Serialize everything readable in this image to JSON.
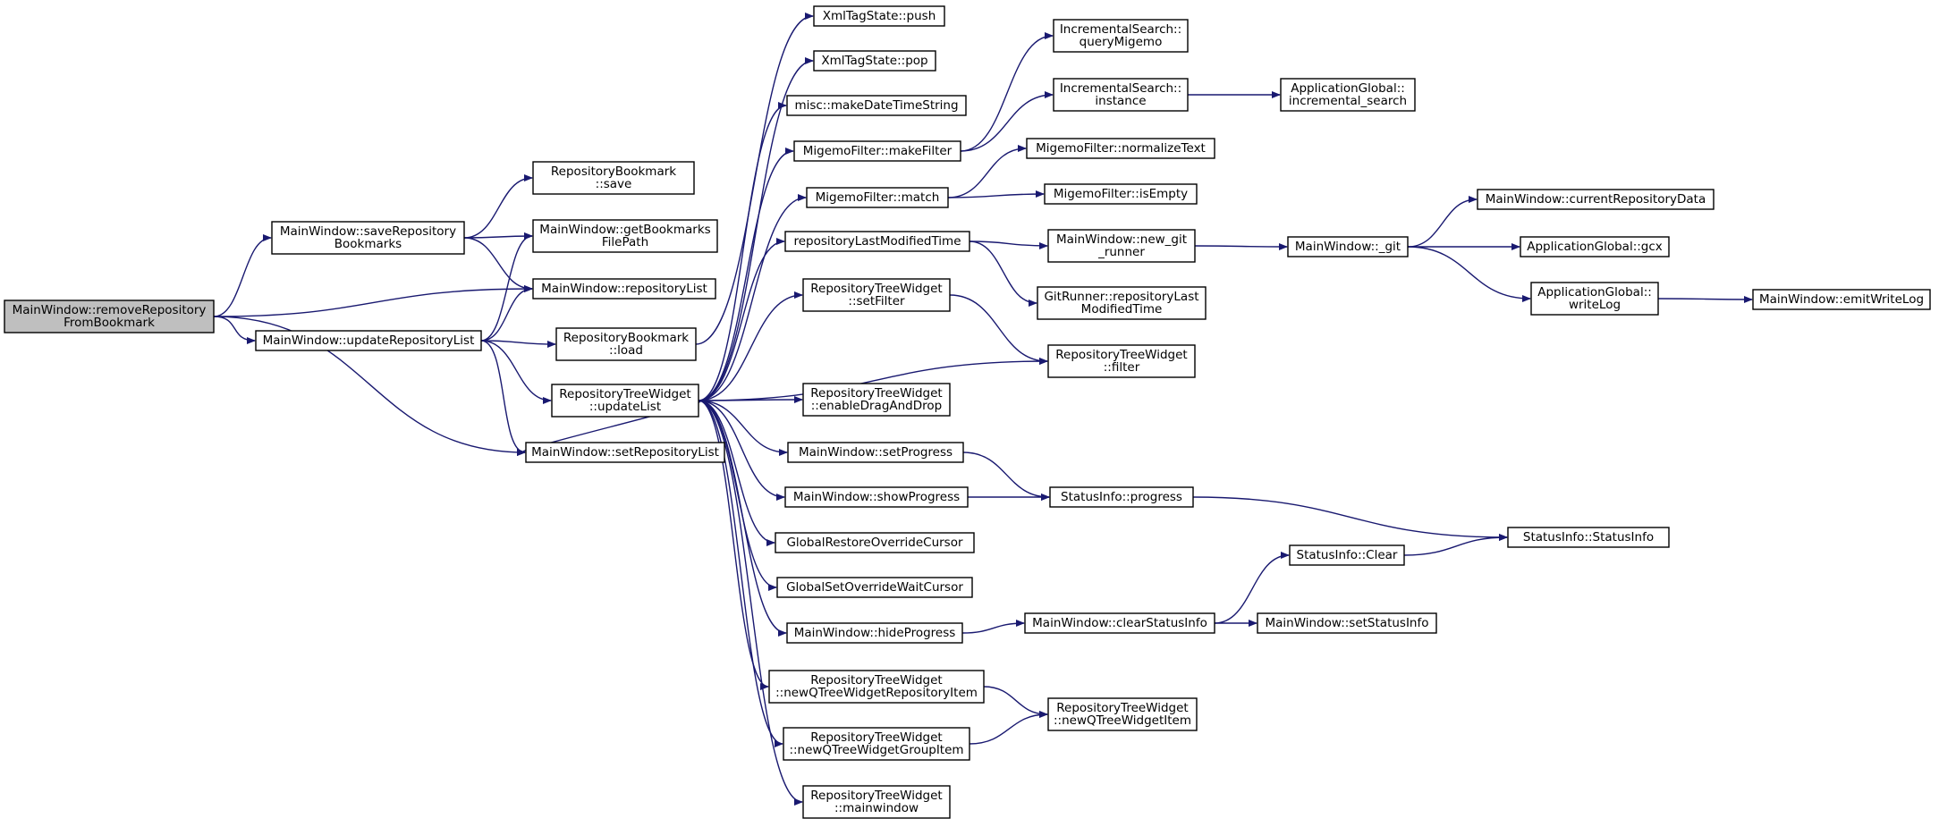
{
  "graph": {
    "edge_color": "#191970",
    "root_fill": "#bfbfbf",
    "nodes": [
      {
        "id": "root",
        "lines": [
          "MainWindow::removeRepository",
          "FromBookmark"
        ]
      },
      {
        "id": "saveRepoBm",
        "lines": [
          "MainWindow::saveRepository",
          "Bookmarks"
        ]
      },
      {
        "id": "updRepoList",
        "lines": [
          "MainWindow::updateRepositoryList"
        ]
      },
      {
        "id": "rbSave",
        "lines": [
          "RepositoryBookmark",
          "::save"
        ]
      },
      {
        "id": "getBmPath",
        "lines": [
          "MainWindow::getBookmarks",
          "FilePath"
        ]
      },
      {
        "id": "repoList",
        "lines": [
          "MainWindow::repositoryList"
        ]
      },
      {
        "id": "rbLoad",
        "lines": [
          "RepositoryBookmark",
          "::load"
        ]
      },
      {
        "id": "rtwUpdate",
        "lines": [
          "RepositoryTreeWidget",
          "::updateList"
        ]
      },
      {
        "id": "setRepoList",
        "lines": [
          "MainWindow::setRepositoryList"
        ]
      },
      {
        "id": "xmlPush",
        "lines": [
          "XmlTagState::push"
        ]
      },
      {
        "id": "xmlPop",
        "lines": [
          "XmlTagState::pop"
        ]
      },
      {
        "id": "makeDT",
        "lines": [
          "misc::makeDateTimeString"
        ]
      },
      {
        "id": "makeFilter",
        "lines": [
          "MigemoFilter::makeFilter"
        ]
      },
      {
        "id": "match",
        "lines": [
          "MigemoFilter::match"
        ]
      },
      {
        "id": "repoLastMod",
        "lines": [
          "repositoryLastModifiedTime"
        ]
      },
      {
        "id": "rtwSetFilter",
        "lines": [
          "RepositoryTreeWidget",
          "::setFilter"
        ]
      },
      {
        "id": "rtwDnD",
        "lines": [
          "RepositoryTreeWidget",
          "::enableDragAndDrop"
        ]
      },
      {
        "id": "setProgress",
        "lines": [
          "MainWindow::setProgress"
        ]
      },
      {
        "id": "showProgress",
        "lines": [
          "MainWindow::showProgress"
        ]
      },
      {
        "id": "globalRestore",
        "lines": [
          "GlobalRestoreOverrideCursor"
        ]
      },
      {
        "id": "globalSetWait",
        "lines": [
          "GlobalSetOverrideWaitCursor"
        ]
      },
      {
        "id": "hideProgress",
        "lines": [
          "MainWindow::hideProgress"
        ]
      },
      {
        "id": "newRepoItem",
        "lines": [
          "RepositoryTreeWidget",
          "::newQTreeWidgetRepositoryItem"
        ]
      },
      {
        "id": "newGroupItem",
        "lines": [
          "RepositoryTreeWidget",
          "::newQTreeWidgetGroupItem"
        ]
      },
      {
        "id": "mainwindow",
        "lines": [
          "RepositoryTreeWidget",
          "::mainwindow"
        ]
      },
      {
        "id": "queryMigemo",
        "lines": [
          "IncrementalSearch::",
          "queryMigemo"
        ]
      },
      {
        "id": "isInstance",
        "lines": [
          "IncrementalSearch::",
          "instance"
        ]
      },
      {
        "id": "normalizeText",
        "lines": [
          "MigemoFilter::normalizeText"
        ]
      },
      {
        "id": "isEmpty",
        "lines": [
          "MigemoFilter::isEmpty"
        ]
      },
      {
        "id": "newGitRunner",
        "lines": [
          "MainWindow::new_git",
          "_runner"
        ]
      },
      {
        "id": "grLastMod",
        "lines": [
          "GitRunner::repositoryLast",
          "ModifiedTime"
        ]
      },
      {
        "id": "rtwFilter",
        "lines": [
          "RepositoryTreeWidget",
          "::filter"
        ]
      },
      {
        "id": "siProgress",
        "lines": [
          "StatusInfo::progress"
        ]
      },
      {
        "id": "clearStatusInfo",
        "lines": [
          "MainWindow::clearStatusInfo"
        ]
      },
      {
        "id": "newQTWItem",
        "lines": [
          "RepositoryTreeWidget",
          "::newQTreeWidgetItem"
        ]
      },
      {
        "id": "agIncSearch",
        "lines": [
          "ApplicationGlobal::",
          "incremental_search"
        ]
      },
      {
        "id": "mwGit",
        "lines": [
          "MainWindow::_git"
        ]
      },
      {
        "id": "siClear",
        "lines": [
          "StatusInfo::Clear"
        ]
      },
      {
        "id": "setStatusInfo",
        "lines": [
          "MainWindow::setStatusInfo"
        ]
      },
      {
        "id": "currRepoData",
        "lines": [
          "MainWindow::currentRepositoryData"
        ]
      },
      {
        "id": "agGcx",
        "lines": [
          "ApplicationGlobal::gcx"
        ]
      },
      {
        "id": "agWriteLog",
        "lines": [
          "ApplicationGlobal::",
          "writeLog"
        ]
      },
      {
        "id": "siStatusInfo",
        "lines": [
          "StatusInfo::StatusInfo"
        ]
      },
      {
        "id": "emitWriteLog",
        "lines": [
          "MainWindow::emitWriteLog"
        ]
      }
    ],
    "edges": [
      [
        "root",
        "saveRepoBm"
      ],
      [
        "root",
        "repoList"
      ],
      [
        "root",
        "updRepoList"
      ],
      [
        "root",
        "setRepoList"
      ],
      [
        "saveRepoBm",
        "rbSave"
      ],
      [
        "saveRepoBm",
        "getBmPath"
      ],
      [
        "saveRepoBm",
        "repoList"
      ],
      [
        "updRepoList",
        "getBmPath"
      ],
      [
        "updRepoList",
        "repoList"
      ],
      [
        "updRepoList",
        "rbLoad"
      ],
      [
        "updRepoList",
        "rtwUpdate"
      ],
      [
        "updRepoList",
        "setRepoList"
      ],
      [
        "rbLoad",
        "xmlPush"
      ],
      [
        "rtwUpdate",
        "xmlPop"
      ],
      [
        "rtwUpdate",
        "makeDT"
      ],
      [
        "rtwUpdate",
        "makeFilter"
      ],
      [
        "rtwUpdate",
        "match"
      ],
      [
        "rtwUpdate",
        "repoLastMod"
      ],
      [
        "rtwUpdate",
        "rtwSetFilter"
      ],
      [
        "rtwUpdate",
        "rtwFilter"
      ],
      [
        "rtwUpdate",
        "rtwDnD"
      ],
      [
        "rtwUpdate",
        "setProgress"
      ],
      [
        "rtwUpdate",
        "showProgress"
      ],
      [
        "rtwUpdate",
        "globalRestore"
      ],
      [
        "rtwUpdate",
        "globalSetWait"
      ],
      [
        "rtwUpdate",
        "hideProgress"
      ],
      [
        "rtwUpdate",
        "newRepoItem"
      ],
      [
        "rtwUpdate",
        "newGroupItem"
      ],
      [
        "rtwUpdate",
        "mainwindow"
      ],
      [
        "rtwUpdate",
        "setRepoList"
      ],
      [
        "makeFilter",
        "queryMigemo"
      ],
      [
        "makeFilter",
        "isInstance"
      ],
      [
        "match",
        "normalizeText"
      ],
      [
        "match",
        "isEmpty"
      ],
      [
        "repoLastMod",
        "newGitRunner"
      ],
      [
        "repoLastMod",
        "grLastMod"
      ],
      [
        "rtwSetFilter",
        "rtwFilter"
      ],
      [
        "setProgress",
        "siProgress"
      ],
      [
        "showProgress",
        "siProgress"
      ],
      [
        "hideProgress",
        "clearStatusInfo"
      ],
      [
        "newRepoItem",
        "newQTWItem"
      ],
      [
        "newGroupItem",
        "newQTWItem"
      ],
      [
        "isInstance",
        "agIncSearch"
      ],
      [
        "newGitRunner",
        "mwGit"
      ],
      [
        "siProgress",
        "siStatusInfo"
      ],
      [
        "clearStatusInfo",
        "siClear"
      ],
      [
        "clearStatusInfo",
        "setStatusInfo"
      ],
      [
        "siClear",
        "siStatusInfo"
      ],
      [
        "mwGit",
        "currRepoData"
      ],
      [
        "mwGit",
        "agGcx"
      ],
      [
        "mwGit",
        "agWriteLog"
      ],
      [
        "agWriteLog",
        "emitWriteLog"
      ]
    ]
  }
}
